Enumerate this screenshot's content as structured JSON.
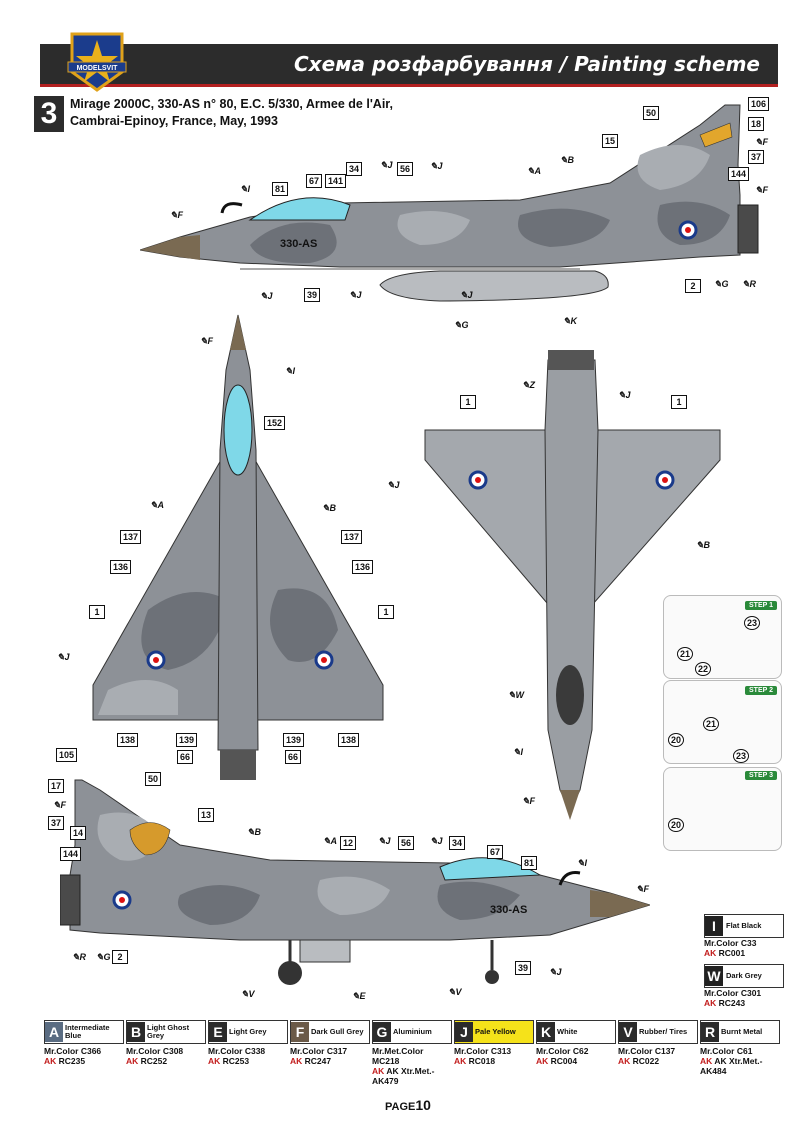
{
  "header": {
    "brand": "MODELSVIT",
    "title": "Схема розфарбування / Painting scheme"
  },
  "scheme": {
    "number": "3",
    "line1": "Mirage 2000C, 330-AS n° 80, E.C. 5/330, Armee de l'Air,",
    "line2": "Cambrai-Epinoy, France, May, 1993",
    "code": "330-AS"
  },
  "colors": {
    "camo_dark": "#6d7178",
    "camo_light": "#a9adb2",
    "nose": "#7a6a52",
    "canopy": "#7fd8e8",
    "underside": "#b4b8bc",
    "header": "#2c2c2c"
  },
  "callouts_top": [
    "50",
    "106",
    "18",
    "37",
    "144",
    "15",
    "81",
    "67",
    "141",
    "34",
    "56",
    "2",
    "39"
  ],
  "callouts_plan": [
    "152",
    "137",
    "136",
    "1",
    "138",
    "139",
    "66"
  ],
  "callouts_under": [
    "1"
  ],
  "callouts_side": [
    "105",
    "17",
    "50",
    "37",
    "14",
    "144",
    "13",
    "12",
    "56",
    "34",
    "67",
    "81",
    "2",
    "39"
  ],
  "pens": {
    "top": [
      "F",
      "I",
      "J",
      "J",
      "J",
      "A",
      "B",
      "F",
      "F",
      "G",
      "R",
      "G",
      "K",
      "J",
      "J"
    ],
    "plan": [
      "F",
      "I",
      "A",
      "B",
      "J"
    ],
    "under": [
      "Z",
      "J",
      "J",
      "B",
      "W",
      "I",
      "F"
    ],
    "side": [
      "F",
      "B",
      "A",
      "J",
      "J",
      "I",
      "F",
      "R",
      "G",
      "V",
      "E",
      "V",
      "J"
    ]
  },
  "steps": {
    "step1": "STEP 1",
    "step2": "STEP 2",
    "step3": "STEP 3",
    "c1": [
      "23",
      "21",
      "22"
    ],
    "c2": [
      "21",
      "20",
      "23"
    ],
    "c3": [
      "20"
    ]
  },
  "paints": [
    {
      "letter": "A",
      "name": "Intermediate Blue",
      "c1": "Mr.Color C366",
      "c2": "RC235",
      "color": "#5a6c82"
    },
    {
      "letter": "B",
      "name": "Light Ghost Grey",
      "c1": "Mr.Color C308",
      "c2": "RC252",
      "color": "#2b2b2b"
    },
    {
      "letter": "E",
      "name": "Light Grey",
      "c1": "Mr.Color C338",
      "c2": "RC253",
      "color": "#2b2b2b"
    },
    {
      "letter": "F",
      "name": "Dark Gull Grey",
      "c1": "Mr.Color C317",
      "c2": "RC247",
      "color": "#6b5a48"
    },
    {
      "letter": "G",
      "name": "Aluminium",
      "c1": "Mr.Met.Color MC218",
      "c2": "AK Xtr.Met.- AK479",
      "color": "#2b2b2b"
    },
    {
      "letter": "J",
      "name": "Pale Yellow",
      "c1": "Mr.Color C313",
      "c2": "RC018",
      "color": "#2b2b2b",
      "bg": "#f5e21a"
    },
    {
      "letter": "K",
      "name": "White",
      "c1": "Mr.Color C62",
      "c2": "RC004",
      "color": "#2b2b2b"
    },
    {
      "letter": "V",
      "name": "Rubber/ Tires",
      "c1": "Mr.Color C137",
      "c2": "RC022",
      "color": "#2b2b2b"
    },
    {
      "letter": "R",
      "name": "Burnt Metal",
      "c1": "Mr.Color C61",
      "c2": "AK Xtr.Met.- AK484",
      "color": "#2b2b2b"
    }
  ],
  "extras": [
    {
      "letter": "I",
      "name": "Flat Black",
      "c1": "Mr.Color C33",
      "c2": "RC001"
    },
    {
      "letter": "W",
      "name": "Dark Grey",
      "c1": "Mr.Color C301",
      "c2": "RC243"
    }
  ],
  "ak": "AK",
  "page": {
    "label": "PAGE",
    "number": "10"
  }
}
